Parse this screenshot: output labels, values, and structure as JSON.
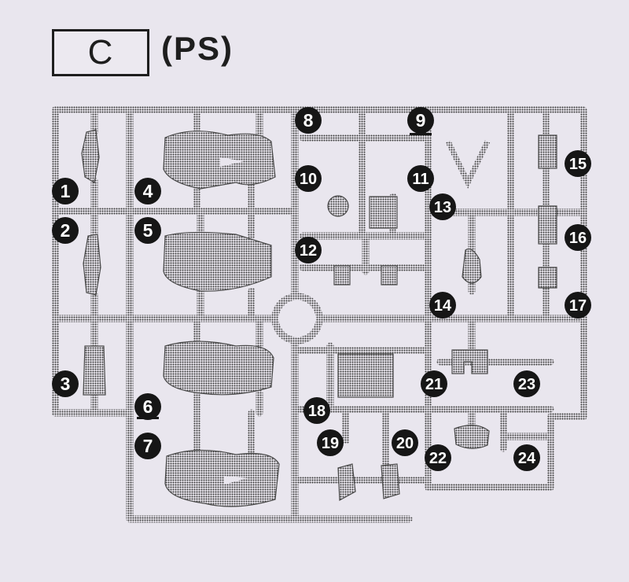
{
  "header": {
    "runner_letter": "C",
    "material": "(PS)"
  },
  "sprue": {
    "part_numbers": [
      "1",
      "2",
      "3",
      "4",
      "5",
      "6",
      "7",
      "8",
      "9",
      "10",
      "11",
      "12",
      "13",
      "14",
      "15",
      "16",
      "17",
      "18",
      "19",
      "20",
      "21",
      "22",
      "23",
      "24"
    ],
    "underlined": [
      "6",
      "9"
    ],
    "colors": {
      "plastic": "#4a4a4a",
      "background": "#e9e6ee",
      "badge": "#161616",
      "badge_text": "#ffffff"
    }
  }
}
